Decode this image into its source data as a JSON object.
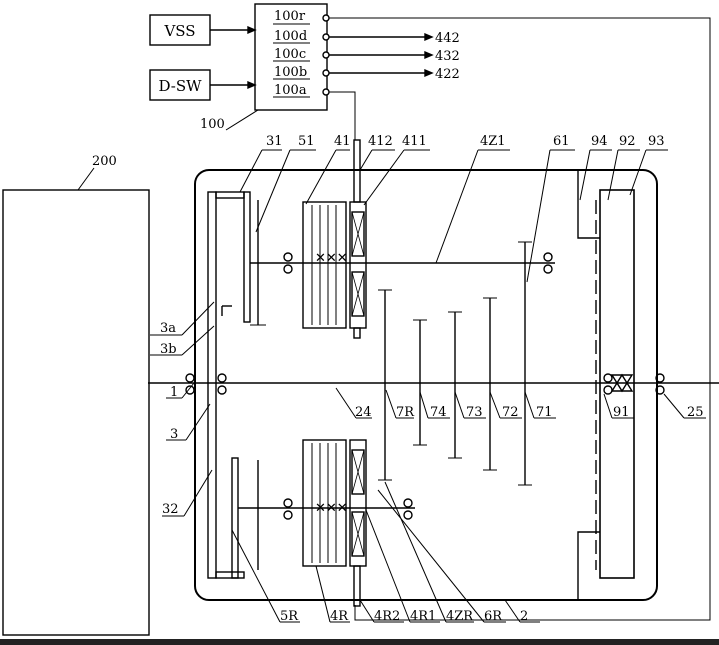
{
  "blocks": {
    "vss": "VSS",
    "dsw": "D-SW"
  },
  "controller": {
    "ports": [
      "100r",
      "100d",
      "100c",
      "100b",
      "100a"
    ],
    "outputs": [
      "442",
      "432",
      "422"
    ],
    "ref": "100"
  },
  "labels": {
    "engine": "200",
    "l31": "31",
    "l51": "51",
    "l41": "41",
    "l412": "412",
    "l411": "411",
    "l4z1": "4Z1",
    "l61": "61",
    "l94": "94",
    "l92": "92",
    "l93": "93",
    "l3a": "3a",
    "l3b": "3b",
    "l1": "1",
    "l3": "3",
    "l24": "24",
    "l7r": "7R",
    "l74": "74",
    "l73": "73",
    "l72": "72",
    "l71": "71",
    "l91": "91",
    "l25": "25",
    "l32": "32",
    "l5r": "5R",
    "l4r": "4R",
    "l4r2": "4R2",
    "l4r1": "4R1",
    "l4zr": "4ZR",
    "l6r": "6R",
    "l2": "2"
  }
}
